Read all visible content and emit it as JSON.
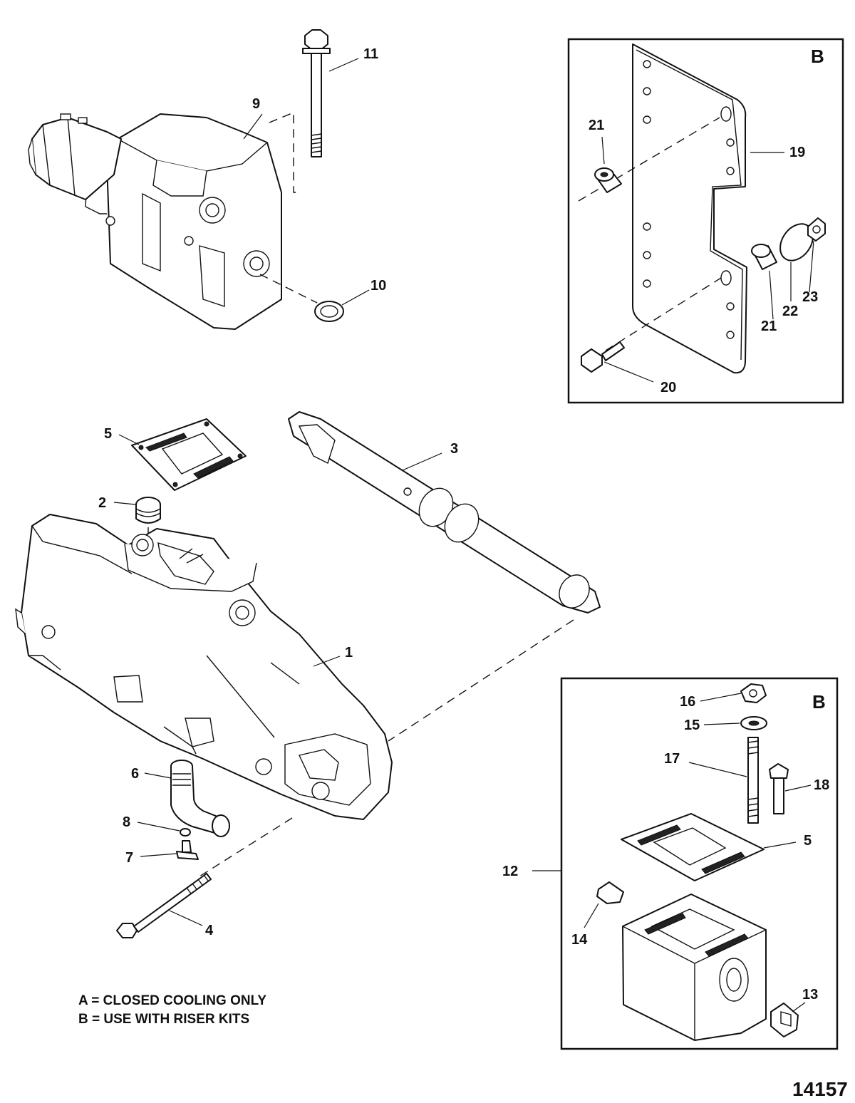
{
  "callouts": {
    "c1": "1",
    "c2": "2",
    "c3": "3",
    "c4": "4",
    "c5": "5",
    "c5b": "5",
    "c6": "6",
    "c7": "7",
    "c8": "8",
    "c9": "9",
    "c10": "10",
    "c11": "11",
    "c12": "12",
    "c13": "13",
    "c14": "14",
    "c15": "15",
    "c16": "16",
    "c17": "17",
    "c18": "18",
    "c19": "19",
    "c20": "20",
    "c21a": "21",
    "c21b": "21",
    "c22": "22",
    "c23": "23"
  },
  "boxes": {
    "top_letter": "B",
    "bottom_letter": "B"
  },
  "legend": {
    "line_a": "A = CLOSED COOLING ONLY",
    "line_b": "B = USE WITH RISER KITS"
  },
  "figure_number": "14157"
}
